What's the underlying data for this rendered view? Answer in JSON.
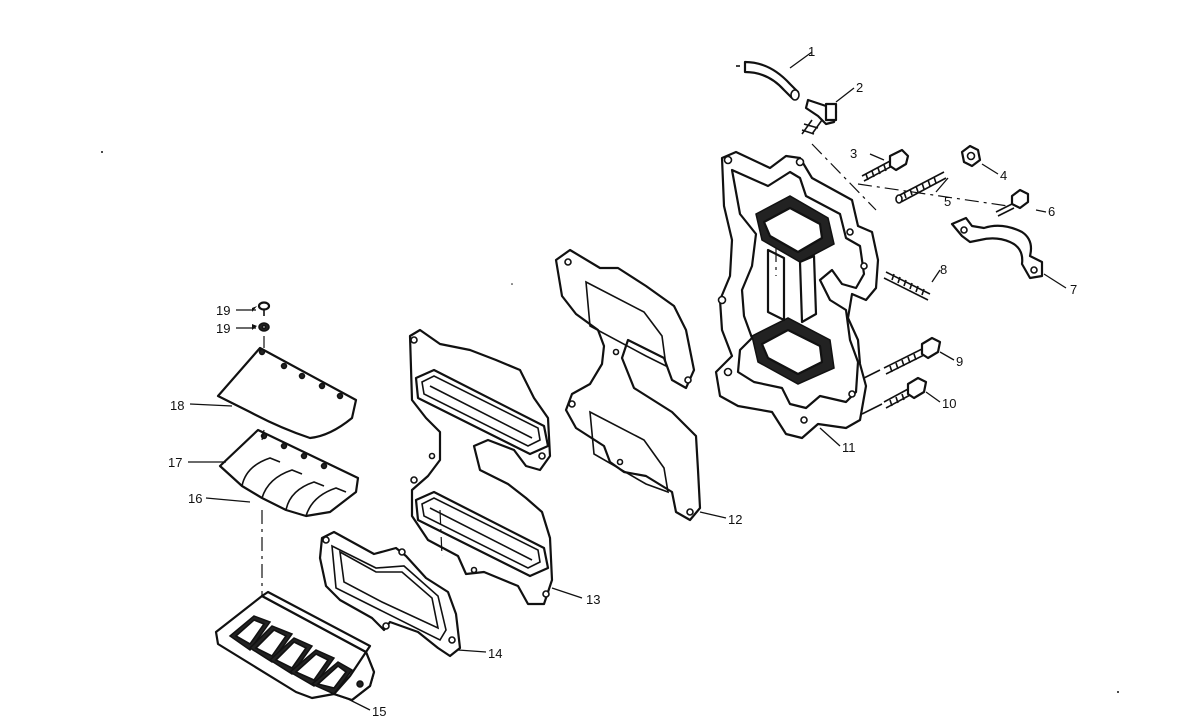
{
  "callouts": [
    "1",
    "2",
    "3",
    "4",
    "5",
    "6",
    "7",
    "8",
    "9",
    "10",
    "11",
    "12",
    "13",
    "14",
    "15",
    "16",
    "17",
    "18",
    "19",
    "19"
  ],
  "part_icons": {
    "hose": "hose-icon",
    "elbow_fitting": "elbow-fitting-icon",
    "bolt": "bolt-icon",
    "nut": "nut-icon",
    "stud": "stud-icon",
    "clamp": "clamp-icon",
    "adapter_plate": "adapter-plate-icon",
    "gasket": "gasket-icon",
    "reed_block": "reed-block-icon",
    "reed_petals": "reed-petals-icon",
    "reed_stop": "reed-stop-icon"
  },
  "colors": {
    "ink": "#111111",
    "paper": "#ffffff"
  }
}
